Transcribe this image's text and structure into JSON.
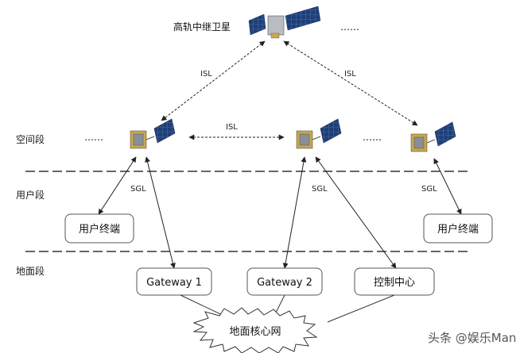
{
  "top_satellite": {
    "label": "高轨中继卫星",
    "trailing_ellipsis": "……"
  },
  "segments": {
    "space": "空间段",
    "user": "用户段",
    "ground": "地面段"
  },
  "links": {
    "isl": "ISL",
    "sgl": "SGL"
  },
  "space_ellipsis": "……",
  "boxes": {
    "user_terminal_left": "用户终端",
    "user_terminal_right": "用户终端",
    "gateway_1": "Gateway 1",
    "gateway_2": "Gateway 2",
    "control_center": "控制中心"
  },
  "cloud_label": "地面核心网",
  "watermark": "头条 @娱乐Man",
  "colors": {
    "panel": "#1f3f78",
    "line": "#222222",
    "dash": "#333333"
  }
}
